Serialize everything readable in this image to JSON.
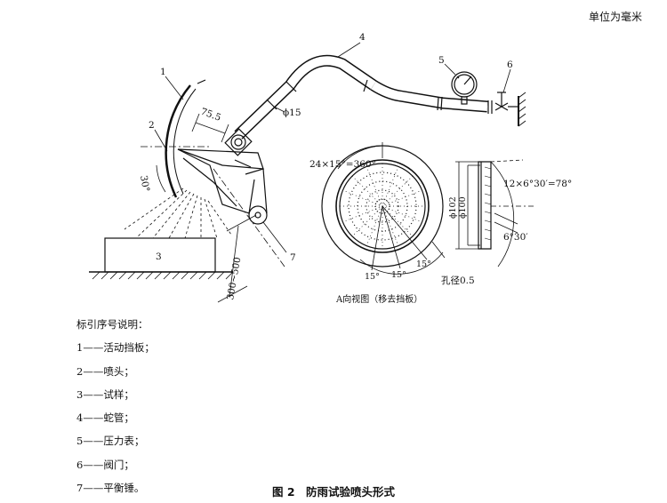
{
  "unit_note": "单位为毫米",
  "labels": {
    "n1": "1",
    "n2": "2",
    "n3": "3",
    "n4": "4",
    "n5": "5",
    "n6": "6",
    "n7": "7",
    "dim_75_5": "75.5",
    "dim_phi15": "ϕ15",
    "angle_30": "30°",
    "dim_300_500": "300~500",
    "holes_ring": "24×15°=360°",
    "angle_15a": "15°",
    "angle_15b": "15°",
    "angle_15c": "15°",
    "hole_dia": "孔径0.5",
    "dim_phi102": "ϕ102",
    "dim_phi100": "ϕ100",
    "arc_12x": "12×6°30′=78°",
    "arc_6_30": "6°30′",
    "view_a": "A向视图（移去挡板）"
  },
  "legend": {
    "title": "标引序号说明：",
    "items": [
      "1——活动挡板；",
      "2——喷头；",
      "3——试样；",
      "4——蛇管；",
      "5——压力表；",
      "6——阀门；",
      "7——平衡锤。"
    ]
  },
  "caption": "图 2　防雨试验喷头形式"
}
